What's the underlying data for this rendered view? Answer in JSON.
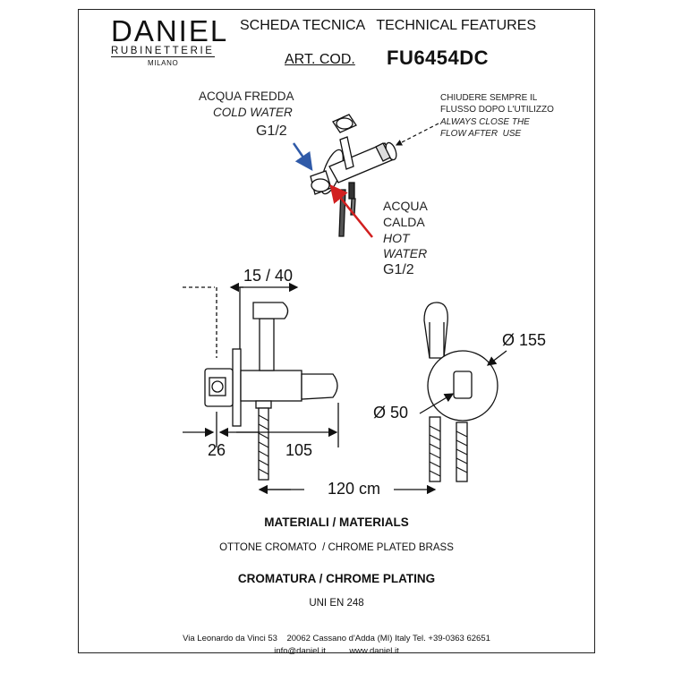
{
  "brand": {
    "name": "DANIEL",
    "subtitle": "RUBINETTERIE",
    "city": "MILANO"
  },
  "header": {
    "title": "SCHEDA TECNICA   TECHNICAL FEATURES",
    "art_cod_label": "ART. COD.",
    "code": "FU6454DC"
  },
  "labels": {
    "cold_it": "ACQUA FREDDA",
    "cold_en": "COLD WATER",
    "cold_size": "G1/2",
    "close_it_1": "CHIUDERE SEMPRE IL",
    "close_it_2": "FLUSSO DOPO L'UTILIZZO",
    "close_en_1": "ALWAYS CLOSE THE",
    "close_en_2": "FLOW AFTER  USE",
    "hot_it_1": "ACQUA",
    "hot_it_2": "CALDA",
    "hot_en_1": "HOT",
    "hot_en_2": "WATER",
    "hot_size": "G1/2"
  },
  "dimensions": {
    "top": "15 / 40",
    "left": "26",
    "mid": "105",
    "bottom": "120 cm",
    "d_large": "Ø 155",
    "d_small": "Ø 50"
  },
  "materials": {
    "heading": "MATERIALI / MATERIALS",
    "text": "OTTONE CROMATO  / CHROME PLATED BRASS"
  },
  "plating": {
    "heading": "CROMATURA / CHROME PLATING",
    "text": "UNI EN 248"
  },
  "footer": {
    "address": "Via Leonardo da Vinci 53    20062 Cassano d'Adda (MI) Italy Tel. +39-0363 62651",
    "contacts": "info@daniel.it          www.daniel.it"
  },
  "colors": {
    "cold_arrow": "#2f5aa8",
    "hot_arrow": "#d11f1f",
    "line": "#111111"
  }
}
